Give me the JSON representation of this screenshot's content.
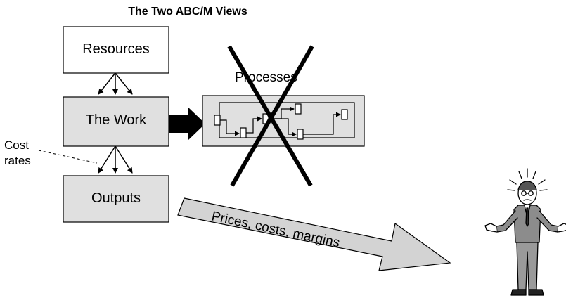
{
  "title": "The Two ABC/M Views",
  "boxes": {
    "resources": "Resources",
    "work": "The Work",
    "outputs": "Outputs"
  },
  "processes": {
    "label": "Processes",
    "crossed_out": true
  },
  "cost_rates": {
    "line1": "Cost",
    "line2": "rates"
  },
  "big_arrow": {
    "label": "Prices, costs, margins"
  },
  "figure": {
    "description_icon": "confused-man-icon"
  },
  "colors": {
    "box_fill": "#e0e0e0",
    "arrow_fill": "#d3d3d3",
    "stroke": "#000000"
  }
}
